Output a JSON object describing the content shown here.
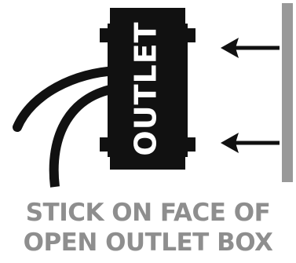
{
  "outlet": {
    "label": "OUTLET"
  },
  "caption": {
    "line1": "STICK ON FACE OF",
    "line2": "OPEN OUTLET BOX"
  },
  "colors": {
    "outlet": "#111111",
    "wall": "#999999",
    "caption": "#8e8e8e",
    "arrow": "#111111"
  },
  "icons": [
    "arrow-left-icon",
    "arrow-left-icon"
  ]
}
